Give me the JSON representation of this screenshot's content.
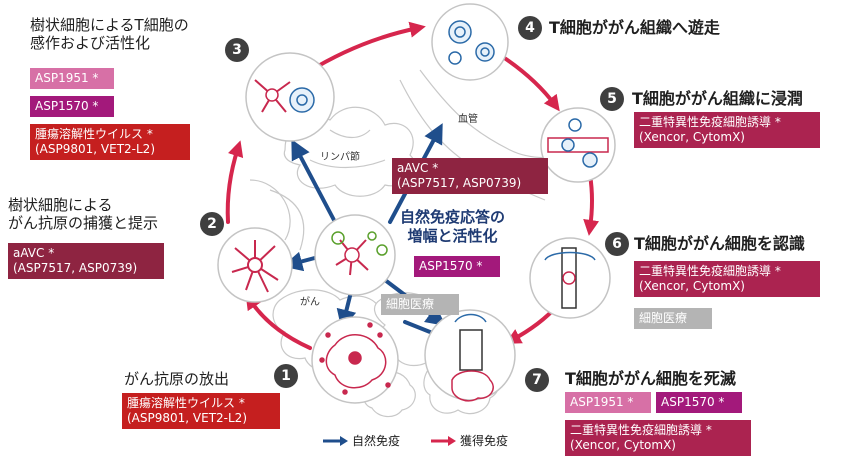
{
  "steps": [
    {
      "num": "1",
      "title": "がん抗原の放出"
    },
    {
      "num": "2",
      "title_line1": "樹状細胞による",
      "title_line2": "がん抗原の捕獲と提示"
    },
    {
      "num": "3",
      "title_line1": "樹状細胞によるT細胞の",
      "title_line2": "感作および活性化"
    },
    {
      "num": "4",
      "title": "T細胞ががん組織へ遊走"
    },
    {
      "num": "5",
      "title": "T細胞ががん組織に浸潤"
    },
    {
      "num": "6",
      "title": "T細胞ががん細胞を認識"
    },
    {
      "num": "7",
      "title": "T細胞ががん細胞を死滅"
    }
  ],
  "tags": {
    "s1_virus_l1": "腫瘍溶解性ウイルス *",
    "s1_virus_l2": "(ASP9801, VET2-L2)",
    "s2_aavc_l1": "aAVC *",
    "s2_aavc_l2": "(ASP7517, ASP0739)",
    "s3_asp1951": "ASP1951 *",
    "s3_asp1570": "ASP1570 *",
    "s3_virus_l1": "腫瘍溶解性ウイルス *",
    "s3_virus_l2": "(ASP9801, VET2-L2)",
    "center_aavc_l1": "aAVC *",
    "center_aavc_l2": "(ASP7517, ASP0739)",
    "center_asp1570": "ASP1570 *",
    "center_cell": "細胞医療",
    "s5_bispec_l1": "二重特異性免疫細胞誘導 *",
    "s5_bispec_l2": "(Xencor, CytomX)",
    "s6_bispec_l1": "二重特異性免疫細胞誘導 *",
    "s6_bispec_l2": "(Xencor, CytomX)",
    "s6_cell": "細胞医療",
    "s7_asp1951": "ASP1951 *",
    "s7_asp1570": "ASP1570 *",
    "s7_bispec_l1": "二重特異性免疫細胞誘導 *",
    "s7_bispec_l2": "(Xencor, CytomX)"
  },
  "center": {
    "line1": "自然免疫応答の",
    "line2": "増幅と活性化"
  },
  "labels": {
    "lymph": "リンパ節",
    "vessel": "血管",
    "cancer": "がん"
  },
  "legend": {
    "innate": "自然免疫",
    "acquired": "獲得免疫"
  },
  "colors": {
    "innate": "#1f4e8c",
    "acquired": "#d6264d"
  }
}
